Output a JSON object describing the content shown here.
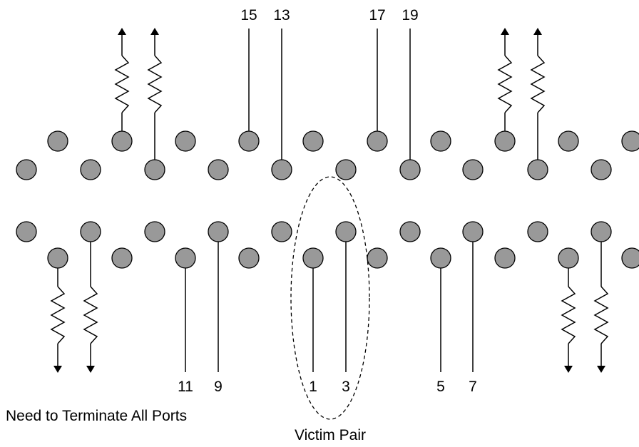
{
  "port_labels": {
    "p15": "15",
    "p13": "13",
    "p17": "17",
    "p19": "19",
    "p11": "11",
    "p9": "9",
    "p1": "1",
    "p3": "3",
    "p5": "5",
    "p7": "7"
  },
  "notes": {
    "terminate": "Need to Terminate All Ports",
    "victim": "Victim Pair"
  },
  "colors": {
    "pin_fill": "#999999",
    "line": "#000000"
  }
}
